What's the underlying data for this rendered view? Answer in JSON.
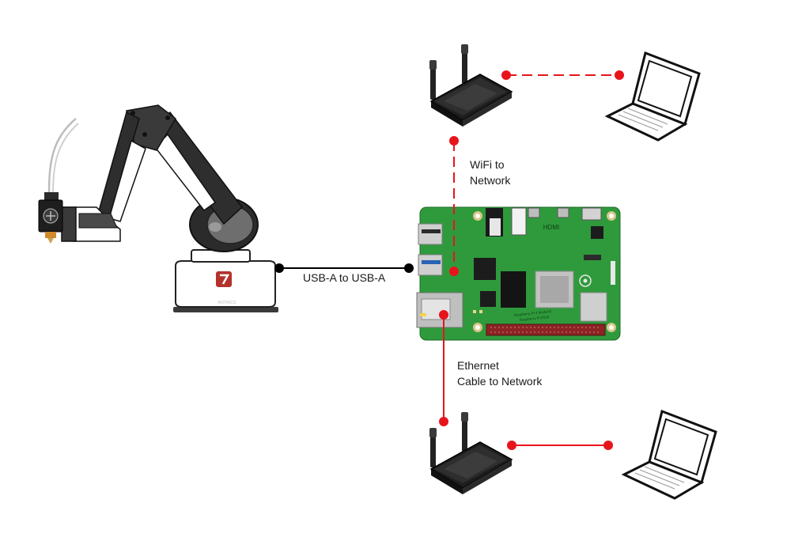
{
  "labels": {
    "usb": "USB-A to USB-A",
    "wifi_line1": "WiFi to",
    "wifi_line2": "Network",
    "eth_line1": "Ethernet",
    "eth_line2": "Cable to Network"
  },
  "board": {
    "silk_port": "HDMI",
    "silk_model": "Raspberry Pi 4 Model B",
    "silk_copyright": "Raspberry Pi 2018"
  },
  "colors": {
    "usb_link": "#000000",
    "network_link": "#e8141b",
    "board_pcb": "#2f9a3c",
    "logo": "#b5312b"
  },
  "icons": {
    "robot": "robotic-arm-icon",
    "board": "raspberry-pi-board-icon",
    "router": "wifi-router-icon",
    "laptop": "laptop-icon"
  }
}
